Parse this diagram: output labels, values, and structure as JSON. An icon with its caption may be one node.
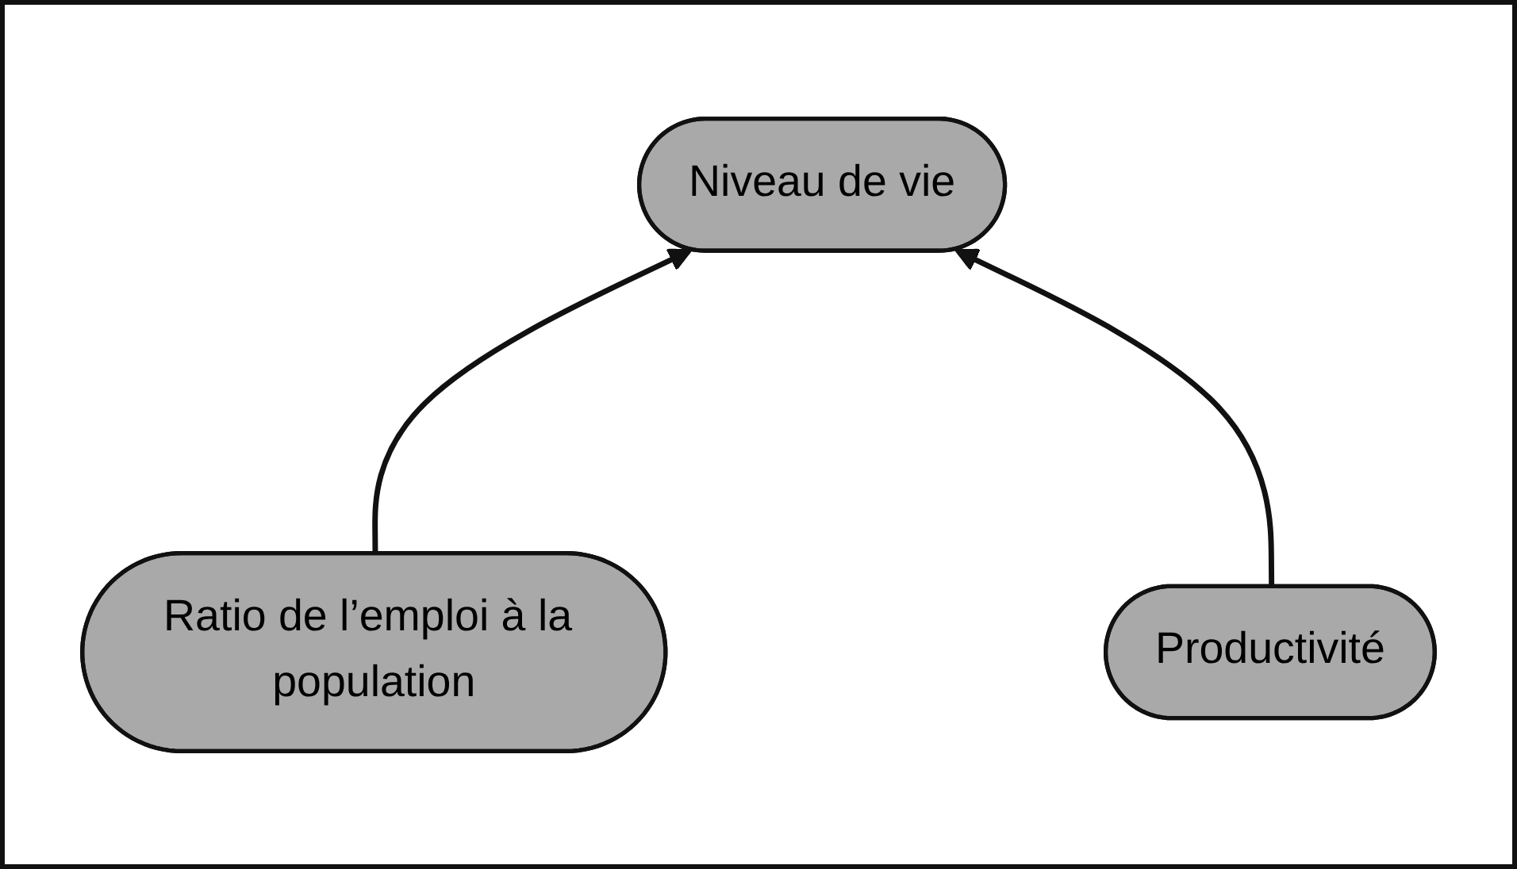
{
  "diagram": {
    "nodes": [
      {
        "text": [
          "Niveau de vie"
        ]
      },
      {
        "text": [
          "Ratio de l’emploi à la population"
        ]
      },
      {
        "text": [
          "Productivité"
        ]
      }
    ],
    "edges": [
      {
        "from": 1,
        "to": 0,
        "arrow": "to"
      },
      {
        "from": 2,
        "to": 0,
        "arrow": "to"
      }
    ]
  }
}
